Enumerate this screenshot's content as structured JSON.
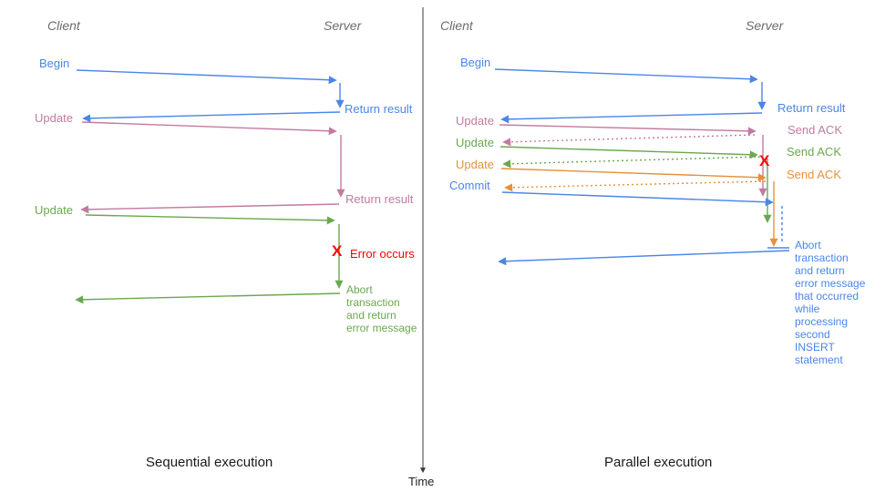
{
  "colors": {
    "blue": "#4a86e8",
    "pink": "#c27ba0",
    "green": "#6aa84f",
    "orange": "#e69138",
    "red": "#ff0000",
    "header_gray": "#6b6b6b",
    "caption_black": "#1a1a1a"
  },
  "time_axis": {
    "label": "Time"
  },
  "left": {
    "client_header": "Client",
    "server_header": "Server",
    "caption": "Sequential execution",
    "begin": "Begin",
    "return_result_1": "Return result",
    "update_1": "Update",
    "return_result_2": "Return result",
    "update_2": "Update",
    "error_x": "X",
    "error_label": "Error occurs",
    "abort_note": "Abort\ntransaction\nand return\nerror message"
  },
  "right": {
    "client_header": "Client",
    "server_header": "Server",
    "caption": "Parallel execution",
    "begin": "Begin",
    "return_result": "Return result",
    "update_1": "Update",
    "send_ack_1": "Send ACK",
    "update_2": "Update",
    "send_ack_2": "Send ACK",
    "update_3": "Update",
    "send_ack_3": "Send ACK",
    "commit": "Commit",
    "error_x": "X",
    "abort_note": "Abort\ntransaction\nand return\nerror message\nthat occurred\nwhile\nprocessing\nsecond\nINSERT\nstatement"
  }
}
